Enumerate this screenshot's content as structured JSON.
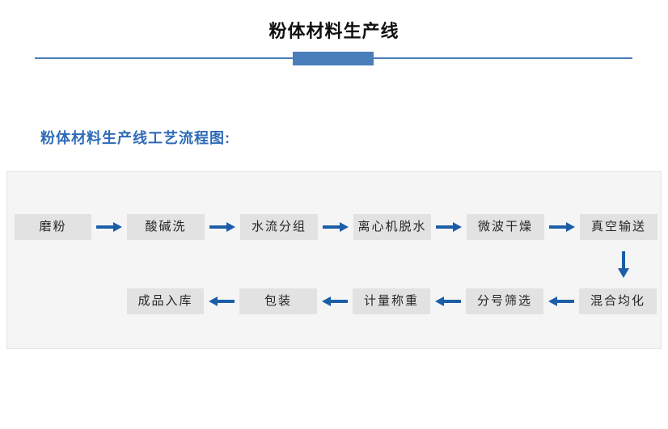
{
  "header": {
    "title": "粉体材料生产线",
    "rule_color": "#4a7ebb"
  },
  "section": {
    "heading": "粉体材料生产线工艺流程图:",
    "heading_color": "#2e6bb8"
  },
  "flow": {
    "panel_background": "#f5f5f5",
    "node_background": "#e2e2e2",
    "arrow_color": "#1b5ea8",
    "rows": [
      {
        "direction": "left-to-right",
        "nodes": [
          "磨粉",
          "酸碱洗",
          "水流分组",
          "离心机脱水",
          "微波干燥",
          "真空输送"
        ]
      },
      {
        "direction": "right-to-left",
        "nodes": [
          "成品入库",
          "包装",
          "计量称重",
          "分号筛选",
          "混合均化"
        ]
      }
    ],
    "connector": {
      "name": "down-arrow",
      "from": "真空输送",
      "to": "混合均化"
    }
  }
}
